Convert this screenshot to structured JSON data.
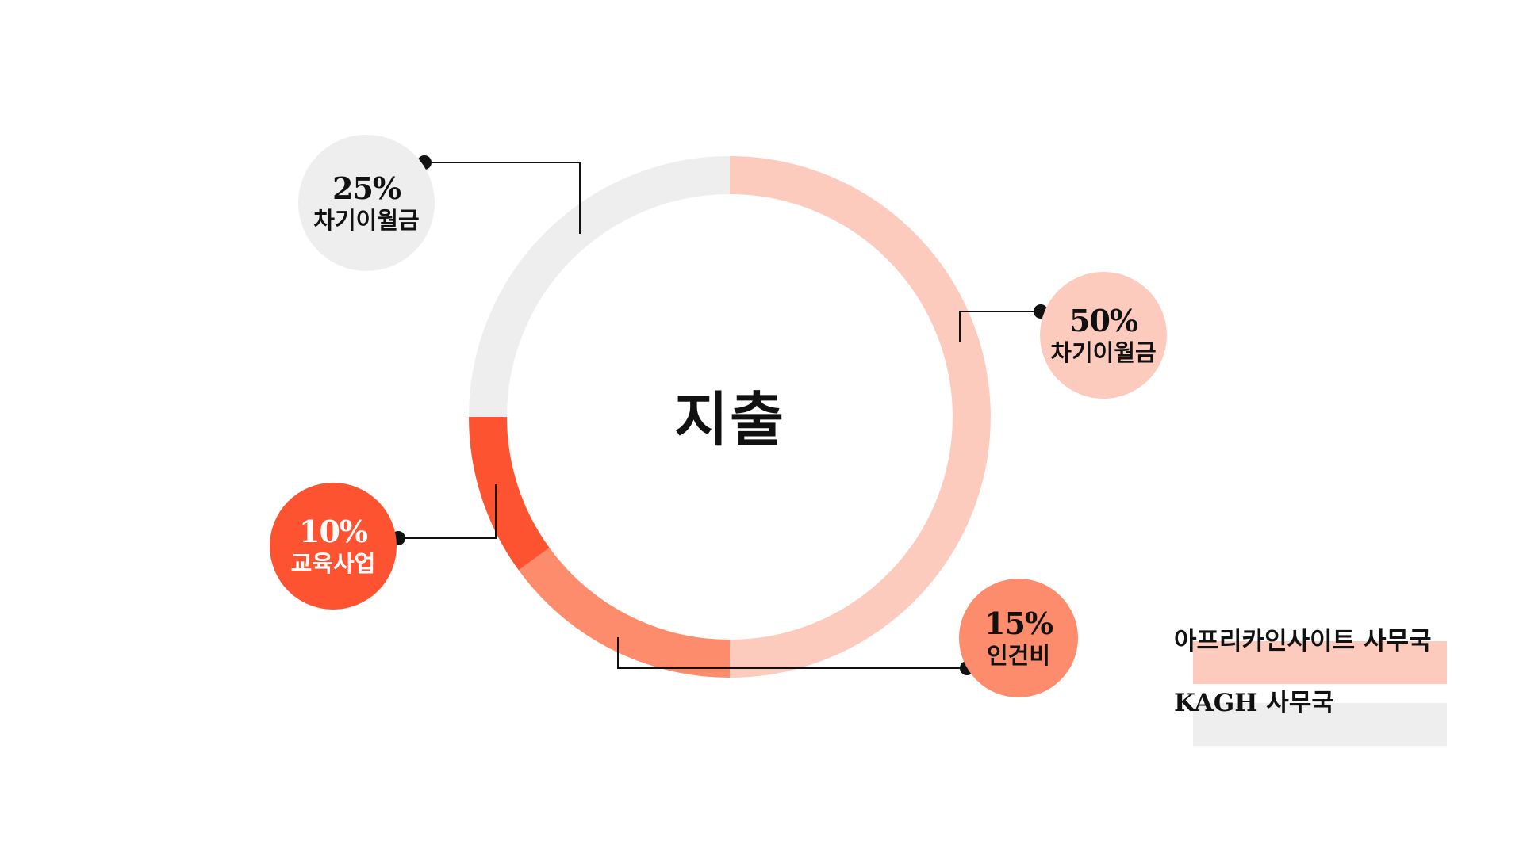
{
  "chart_data": {
    "type": "donut",
    "title": "지출",
    "slices": [
      {
        "label": "차기이월금",
        "percent": 50,
        "value_label": "50%",
        "color": "#FDCBBE"
      },
      {
        "label": "인건비",
        "percent": 15,
        "value_label": "15%",
        "color": "#FD8C6C"
      },
      {
        "label": "교육사업",
        "percent": 10,
        "value_label": "10%",
        "color": "#FD5330"
      },
      {
        "label": "차기이월금",
        "percent": 25,
        "value_label": "25%",
        "color": "#EEEEEE"
      }
    ],
    "legend": [
      {
        "label": "아프리카인사이트 사무국",
        "color": "#FDCBBE"
      },
      {
        "label": "KAGH 사무국",
        "color": "#EEEEEE"
      }
    ],
    "legend_position": "bottom-right"
  },
  "colors": {
    "text": "#111111",
    "leader_line": "#111111",
    "background": "#FFFFFF",
    "bubble_text_dark": "#111111",
    "bubble_text_light": "#FFFFFF"
  }
}
